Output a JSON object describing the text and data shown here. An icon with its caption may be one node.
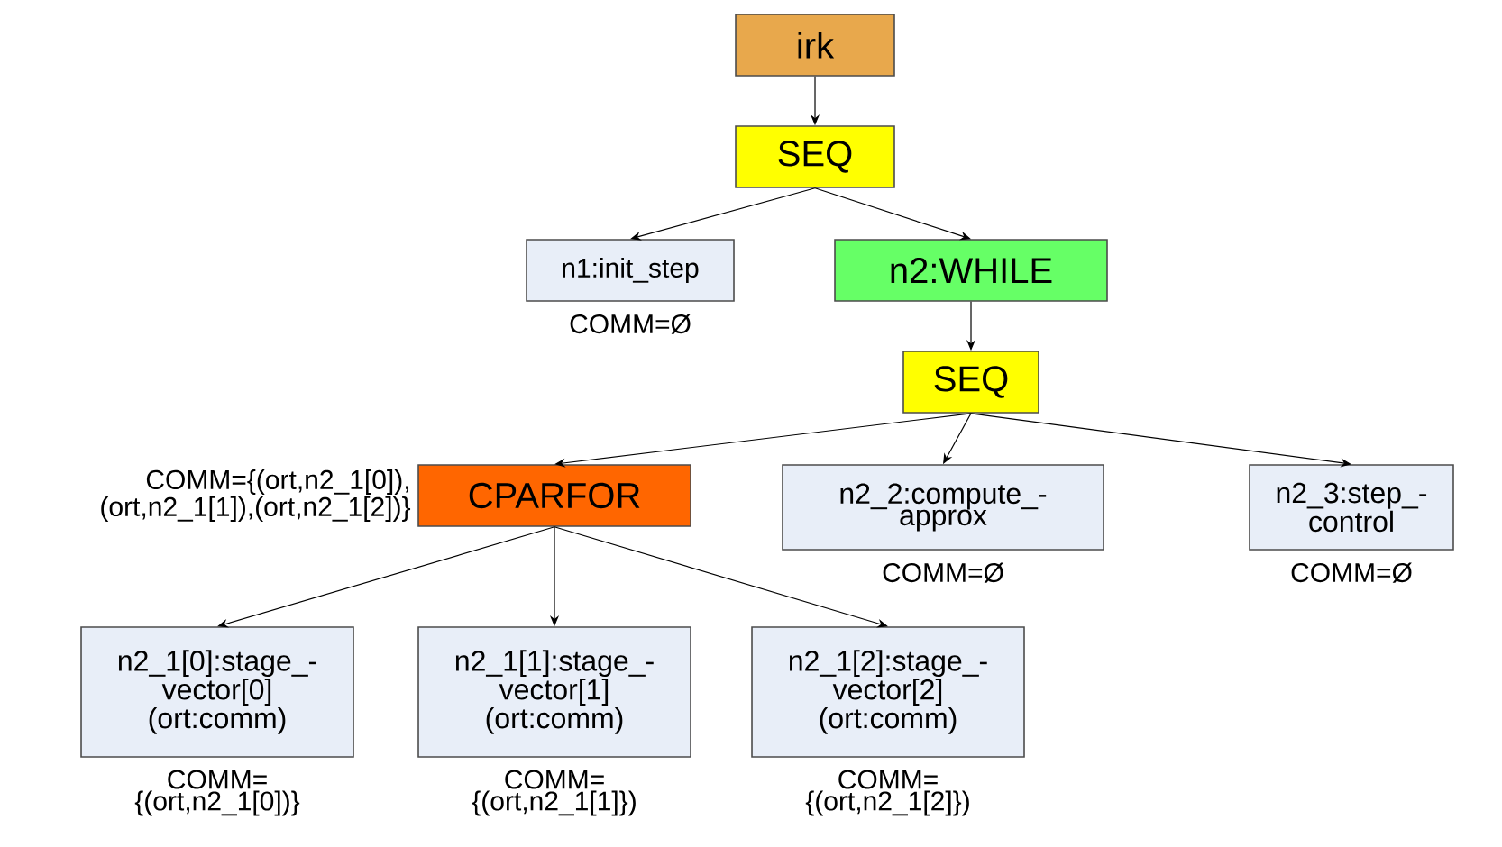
{
  "diagram": {
    "nodes": [
      {
        "text": [
          "irk"
        ]
      },
      {
        "text": [
          "SEQ"
        ]
      },
      {
        "text": [
          "n1:init_step"
        ],
        "beside": [
          "COMM=Ø"
        ]
      },
      {
        "text": [
          "n2:WHILE"
        ]
      },
      {
        "text": [
          "SEQ"
        ]
      },
      {
        "text": [
          "CPARFOR"
        ],
        "beside": [
          "COMM={(ort,n2_1[0]), (ort,n2_1[1]),(ort,n2_1[2])}"
        ]
      },
      {
        "text": [
          "n2_2:compute_- approx"
        ],
        "beside": [
          "COMM=Ø"
        ]
      },
      {
        "text": [
          "n2_3:step_- control"
        ],
        "beside": [
          "COMM=Ø"
        ]
      },
      {
        "text": [
          "n2_1[0]:stage_- vector[0] (ort:comm)"
        ],
        "beside": [
          "COMM= {(ort,n2_1[0])}"
        ]
      },
      {
        "text": [
          "n2_1[1]:stage_- vector[1] (ort:comm)"
        ],
        "beside": [
          "COMM= {(ort,n2_1[1]})"
        ]
      },
      {
        "text": [
          "n2_1[2]:stage_- vector[2] (ort:comm)"
        ],
        "beside": [
          "COMM= {(ort,n2_1[2]})"
        ]
      }
    ],
    "edges": [
      {
        "from": 0,
        "to": 1,
        "arrow": "to"
      },
      {
        "from": 1,
        "to": 2,
        "arrow": "to"
      },
      {
        "from": 1,
        "to": 3,
        "arrow": "to"
      },
      {
        "from": 3,
        "to": 4,
        "arrow": "to"
      },
      {
        "from": 4,
        "to": 5,
        "arrow": "to"
      },
      {
        "from": 4,
        "to": 6,
        "arrow": "to"
      },
      {
        "from": 4,
        "to": 7,
        "arrow": "to"
      },
      {
        "from": 5,
        "to": 8,
        "arrow": "to"
      },
      {
        "from": 5,
        "to": 9,
        "arrow": "to"
      },
      {
        "from": 5,
        "to": 10,
        "arrow": "to"
      }
    ]
  }
}
